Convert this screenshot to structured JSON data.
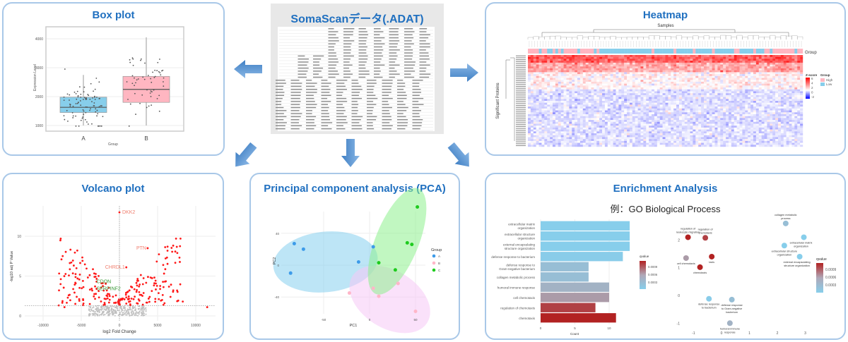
{
  "center": {
    "title": "SomaScanデータ(.ADAT)"
  },
  "panels": {
    "boxplot": {
      "title": "Box plot"
    },
    "heatmap": {
      "title": "Heatmap"
    },
    "volcano": {
      "title": "Volcano plot"
    },
    "pca": {
      "title": "Principal component analysis (PCA)"
    },
    "enrichment": {
      "title": "Enrichment Analysis",
      "subtitle": "例：GO Biological Process"
    }
  },
  "colors": {
    "accent": "#2070c0",
    "border": "#a9c8e8",
    "arrow": "#5b9bd5"
  },
  "chart_data": [
    {
      "id": "boxplot",
      "type": "box",
      "xlabel": "Group",
      "ylabel": "Expression Level",
      "categories": [
        "A",
        "B"
      ],
      "yticks": [
        "1000",
        "2000",
        "3000",
        "4000"
      ],
      "ylim": [
        900,
        4300
      ],
      "boxes": [
        {
          "group": "A",
          "min": 1000,
          "q1": 1450,
          "median": 1630,
          "q3": 1980,
          "max": 2750,
          "color": "#87ceeb",
          "n": 90,
          "center": 1700,
          "sd": 400
        },
        {
          "group": "B",
          "min": 1000,
          "q1": 1800,
          "median": 2250,
          "q3": 2700,
          "max": 4050,
          "color": "#ffb6c1",
          "n": 55,
          "center": 2300,
          "sd": 650
        }
      ]
    },
    {
      "id": "heatmap",
      "type": "heatmap",
      "top_label": "Samples",
      "ylabel": "Significant Proteins",
      "annotation_label": "Group",
      "legend": {
        "title": "Z-score",
        "ticks": [
          "6",
          "4",
          "2",
          "0",
          "-2"
        ]
      },
      "group_legend": {
        "title": "Group",
        "items": [
          {
            "label": "High",
            "color": "#ffb6c1"
          },
          {
            "label": "Low",
            "color": "#87ceeb"
          }
        ]
      },
      "group_pattern": [
        "H",
        "H",
        "H",
        "H",
        "L",
        "H",
        "H",
        "L",
        "L",
        "H",
        "L",
        "H",
        "L",
        "H",
        "H",
        "H",
        "H",
        "H",
        "L",
        "H",
        "H",
        "H",
        "H",
        "H",
        "L",
        "H",
        "L",
        "L",
        "L",
        "L",
        "L",
        "L",
        "L",
        "L",
        "L",
        "L",
        "L",
        "L",
        "L",
        "L",
        "L",
        "L",
        "L",
        "L",
        "L",
        "H",
        "L",
        "L",
        "L",
        "L",
        "L",
        "L",
        "L",
        "H",
        "L",
        "L",
        "L",
        "L",
        "L",
        "L",
        "H",
        "L",
        "L",
        "L",
        "L",
        "L",
        "L",
        "H",
        "L",
        "L",
        "L",
        "L",
        "L",
        "L",
        "L",
        "H",
        "H",
        "L",
        "L",
        "L",
        "L",
        "L",
        "H",
        "L",
        "L",
        "L",
        "H",
        "H",
        "L",
        "H",
        "H",
        "H",
        "H",
        "H",
        "H",
        "H",
        "H",
        "L",
        "H",
        "H"
      ],
      "rows": 48
    },
    {
      "id": "volcano",
      "type": "scatter",
      "xlabel": "log2 Fold Change",
      "ylabel": "-log10 adj P Value",
      "xticks": [
        "-10000",
        "-5000",
        "0",
        "5000",
        "10000"
      ],
      "xtick_values": [
        -10000,
        -5000,
        0,
        5000,
        10000
      ],
      "yticks": [
        "0",
        "5",
        "10"
      ],
      "ytick_values": [
        0,
        5,
        10
      ],
      "threshold": 1.3,
      "labeled_points": [
        {
          "label": "DKK2",
          "x": 0,
          "y": 13,
          "color": "#f08070"
        },
        {
          "label": "PTN",
          "x": 3700,
          "y": 8.5,
          "color": "#f08070"
        },
        {
          "label": "CHRDL1",
          "x": 900,
          "y": 6.1,
          "color": "#f08070"
        },
        {
          "label": "CDON",
          "x": -3000,
          "y": 4.3,
          "color": "#3a9a3a"
        },
        {
          "label": "SERPINF2",
          "x": -3000,
          "y": 3.4,
          "color": "#3a9a3a"
        }
      ],
      "extreme_points": [
        {
          "x": -7200,
          "y": 1.1
        },
        {
          "x": 11500,
          "y": 1.1
        },
        {
          "x": 8300,
          "y": 1.8
        }
      ]
    },
    {
      "id": "pca",
      "type": "scatter",
      "xlabel": "PC1",
      "ylabel": "PC2",
      "xticks": [
        "-50",
        "0",
        "50"
      ],
      "xtick_values": [
        -50,
        0,
        50
      ],
      "yticks": [
        "40",
        "0",
        "-40"
      ],
      "ytick_values": [
        40,
        0,
        -40
      ],
      "legend_title": "Group",
      "series": [
        {
          "name": "A",
          "color": "#3d9be9",
          "fill": "#87cfef",
          "points": [
            [
              -82,
              27
            ],
            [
              -72,
              20
            ],
            [
              -86,
              -10
            ],
            [
              -12,
              4
            ],
            [
              4,
              23
            ]
          ],
          "ellipse": {
            "cx": -48,
            "cy": 4,
            "rx": 57,
            "ry": 38,
            "angle": -6
          }
        },
        {
          "name": "B",
          "color": "#ffb6c8",
          "fill": "#f5c8f5",
          "points": [
            [
              -22,
              -35
            ],
            [
              4,
              -29
            ],
            [
              10,
              -39
            ],
            [
              31,
              -23
            ],
            [
              50,
              -58
            ]
          ],
          "ellipse": {
            "cx": 22,
            "cy": -43,
            "rx": 48,
            "ry": 36,
            "angle": 32
          }
        },
        {
          "name": "C",
          "color": "#1ecb1e",
          "fill": "#8ef08e",
          "points": [
            [
              52,
              73
            ],
            [
              41,
              28
            ],
            [
              46,
              26
            ],
            [
              10,
              3
            ],
            [
              28,
              -6
            ]
          ],
          "ellipse": {
            "cx": 30,
            "cy": 30,
            "rx": 62,
            "ry": 27,
            "angle": -68
          }
        }
      ]
    },
    {
      "id": "enrichment_bar",
      "type": "bar",
      "xlabel": "Count",
      "xticks": [
        "0",
        "5",
        "10"
      ],
      "xtick_values": [
        0,
        5,
        10
      ],
      "legend_title": "qvalue",
      "legend_ticks": [
        "0.0009",
        "0.0006",
        "0.0003"
      ],
      "categories": [
        [
          "extracellular matrix",
          "organization"
        ],
        [
          "extracellular structure",
          "organization"
        ],
        [
          "external encapsulating",
          "structure organization"
        ],
        [
          "defense response to bacterium"
        ],
        [
          "defense response to",
          "Gram-negative bacterium"
        ],
        [
          "collagen metabolic process"
        ],
        [
          "humoral immune response"
        ],
        [
          "cell chemotaxis"
        ],
        [
          "regulation of chemotaxis"
        ],
        [
          "chemotaxis"
        ]
      ],
      "values": [
        13,
        13,
        13,
        12,
        7,
        7,
        10,
        10,
        8,
        11
      ],
      "qvalues": [
        0.0001,
        0.0001,
        0.0001,
        0.00012,
        0.0003,
        0.0003,
        0.00045,
        0.0006,
        0.0009,
        0.001
      ]
    },
    {
      "id": "enrichment_map",
      "type": "scatter",
      "xticks": [
        "-1",
        "0",
        "1",
        "2",
        "3"
      ],
      "xtick_values": [
        -1,
        0,
        1,
        2,
        3
      ],
      "yticks": [
        "2",
        "1",
        "0",
        "-1"
      ],
      "ytick_values": [
        2,
        1,
        0,
        -1
      ],
      "legend_title": "qvalue",
      "legend_ticks": [
        "0.0009",
        "0.0006",
        "0.0003"
      ],
      "points": [
        {
          "label": [
            "regulation of",
            "leukocyte migration"
          ],
          "x": -1.2,
          "y": 2.1,
          "q": 0.001
        },
        {
          "label": [
            "regulation of",
            "chemotaxis"
          ],
          "x": -0.58,
          "y": 2.08,
          "q": 0.0009
        },
        {
          "label": [
            "cell chemotaxis"
          ],
          "x": -1.27,
          "y": 1.35,
          "q": 0.0006
        },
        {
          "label": [
            "taxis"
          ],
          "x": -0.35,
          "y": 1.4,
          "q": 0.001
        },
        {
          "label": [
            "chemotaxis"
          ],
          "x": -0.77,
          "y": 1.02,
          "q": 0.001
        },
        {
          "label": [
            "defense response",
            "to bacterium"
          ],
          "x": -0.45,
          "y": -0.12,
          "q": 0.00012
        },
        {
          "label": [
            "defense response",
            "to Gram-negative",
            "bacterium"
          ],
          "x": 0.37,
          "y": -0.15,
          "q": 0.0003
        },
        {
          "label": [
            "humoral immune",
            "response"
          ],
          "x": 0.3,
          "y": -1.0,
          "q": 0.00045
        },
        {
          "label": [
            "collagen metabolic",
            "process"
          ],
          "x": 2.3,
          "y": 2.6,
          "q": 0.0003
        },
        {
          "label": [
            "extracellular matrix",
            "organization"
          ],
          "x": 2.95,
          "y": 2.1,
          "q": 0.0001
        },
        {
          "label": [
            "extracellular structure",
            "organization"
          ],
          "x": 2.25,
          "y": 1.8,
          "q": 0.0001
        },
        {
          "label": [
            "external encapsulating",
            "structure organization"
          ],
          "x": 2.8,
          "y": 1.4,
          "q": 0.0001
        }
      ]
    }
  ]
}
